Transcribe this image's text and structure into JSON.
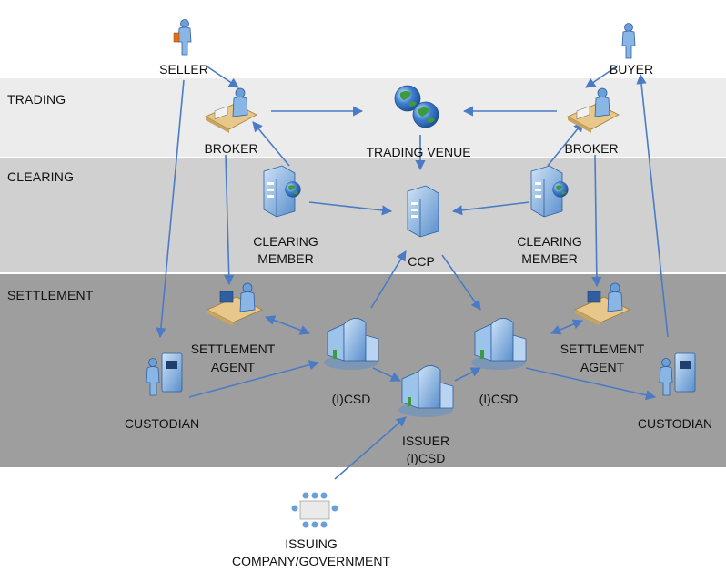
{
  "bands": {
    "trading": "TRADING",
    "clearing": "CLEARING",
    "settlement": "SETTLEMENT"
  },
  "nodes": {
    "seller": "SELLER",
    "buyer": "BUYER",
    "broker_left": "BROKER",
    "broker_right": "BROKER",
    "trading_venue": "TRADING VENUE",
    "clearing_member_left": [
      "CLEARING",
      "MEMBER"
    ],
    "clearing_member_right": [
      "CLEARING",
      "MEMBER"
    ],
    "ccp": "CCP",
    "settlement_agent_left": [
      "SETTLEMENT",
      "AGENT"
    ],
    "settlement_agent_right": [
      "SETTLEMENT",
      "AGENT"
    ],
    "csd_left": "(I)CSD",
    "csd_right": "(I)CSD",
    "issuer_csd": [
      "ISSUER",
      "(I)CSD"
    ],
    "custodian_left": "CUSTODIAN",
    "custodian_right": "CUSTODIAN",
    "issuing_company": [
      "ISSUING",
      "COMPANY/GOVERNMENT"
    ]
  },
  "icons": {
    "person": "person-icon",
    "broker": "broker-desk-icon",
    "globe": "globe-icon",
    "clearing_member": "server-globe-icon",
    "ccp": "server-icon",
    "settlement_agent": "workstation-icon",
    "csd": "building-icon",
    "custodian": "atm-icon",
    "issuer": "meeting-icon"
  },
  "colors": {
    "arrow": "#4a7bc4",
    "icon_blue": "#6a9fd8",
    "icon_dark": "#2f5f9e",
    "desk": "#e8c88a",
    "green": "#3e9a3e"
  }
}
